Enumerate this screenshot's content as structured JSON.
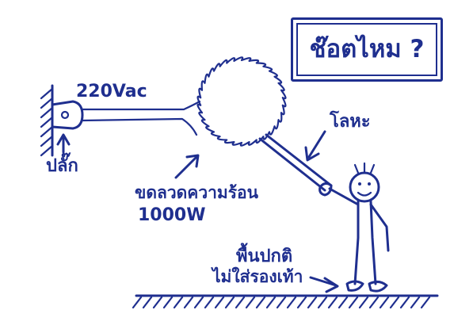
{
  "title": "ช๊อตไหม ?",
  "labels": {
    "voltage": "220Vac",
    "plug": "ปลั๊ก",
    "heating_coil": "ขดลวดความร้อน",
    "power": "1000W",
    "metal": "โลหะ",
    "floor_line1": "พื้นปกติ",
    "floor_line2": "ไม่ใส่รองเท้า"
  },
  "colors": {
    "ink": "#1f2f8f",
    "paper": "#ffffff"
  },
  "icons": {
    "wall": "hatched-wall",
    "plug": "wall-plug-icon",
    "coil": "coil-icon",
    "person": "stick-figure",
    "ground": "hatched-floor"
  }
}
